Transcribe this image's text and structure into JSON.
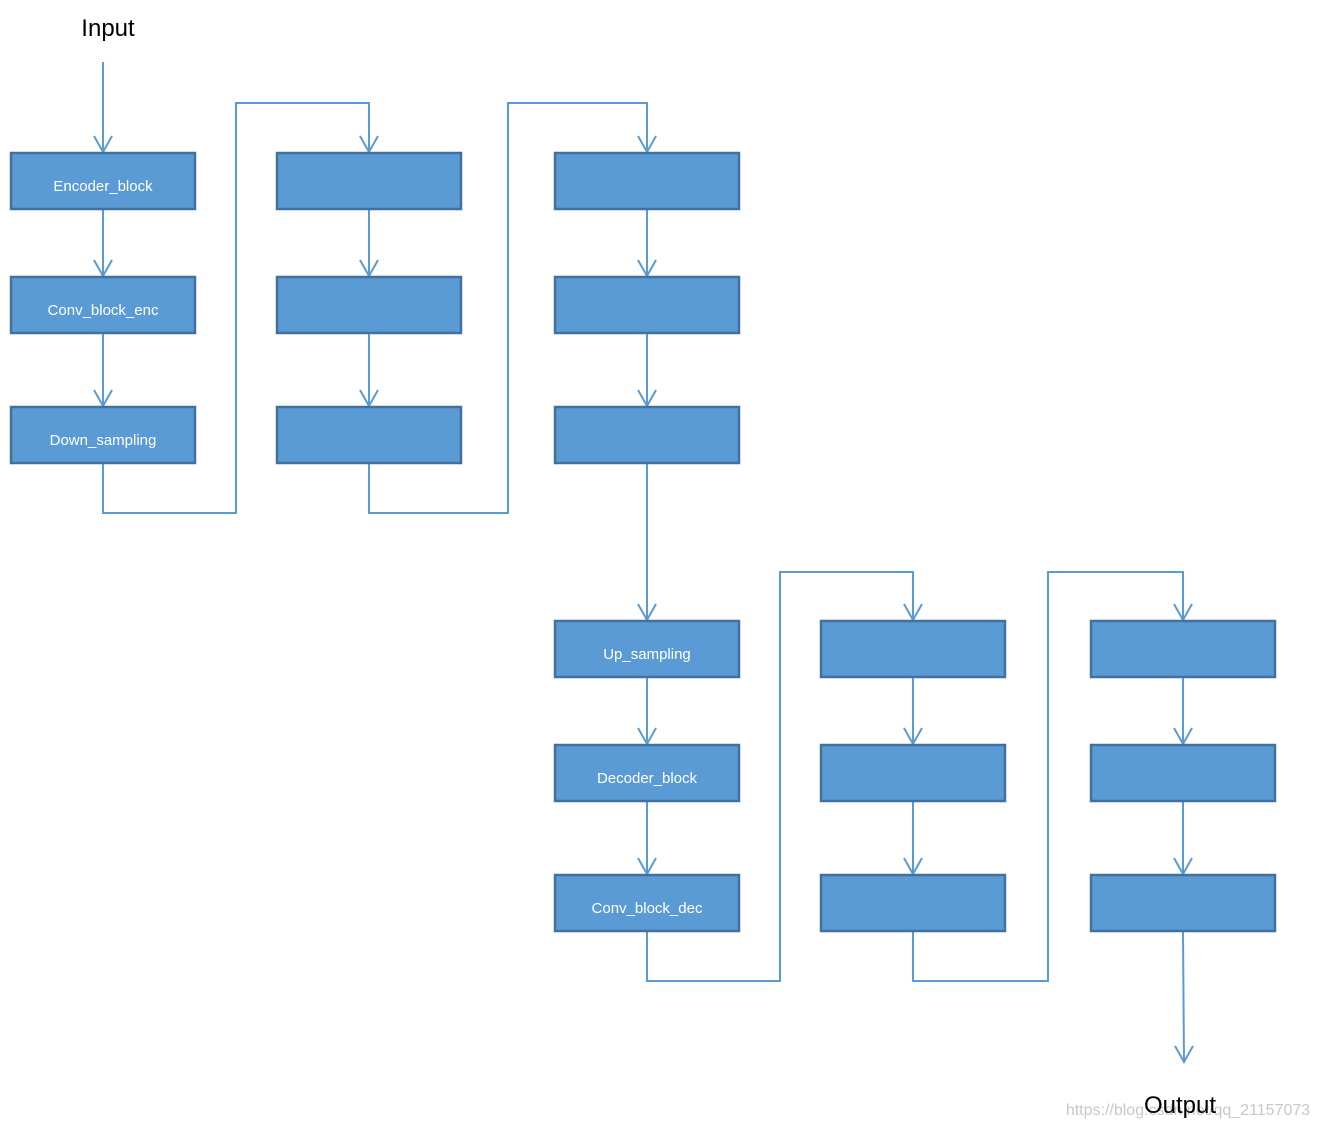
{
  "labels": {
    "input": "Input",
    "output": "Output",
    "watermark": "https://blog.csdn.net/qq_21157073"
  },
  "blocks": {
    "encoder_block": "Encoder_block",
    "conv_block_enc": "Conv_block_enc",
    "down_sampling": "Down_sampling",
    "up_sampling": "Up_sampling",
    "decoder_block": "Decoder_block",
    "conv_block_dec": "Conv_block_dec"
  },
  "colors": {
    "block_fill": "#5B9BD5",
    "block_border": "#41719C",
    "connector": "#5B9BD5",
    "block_text": "#FFFFFF"
  }
}
